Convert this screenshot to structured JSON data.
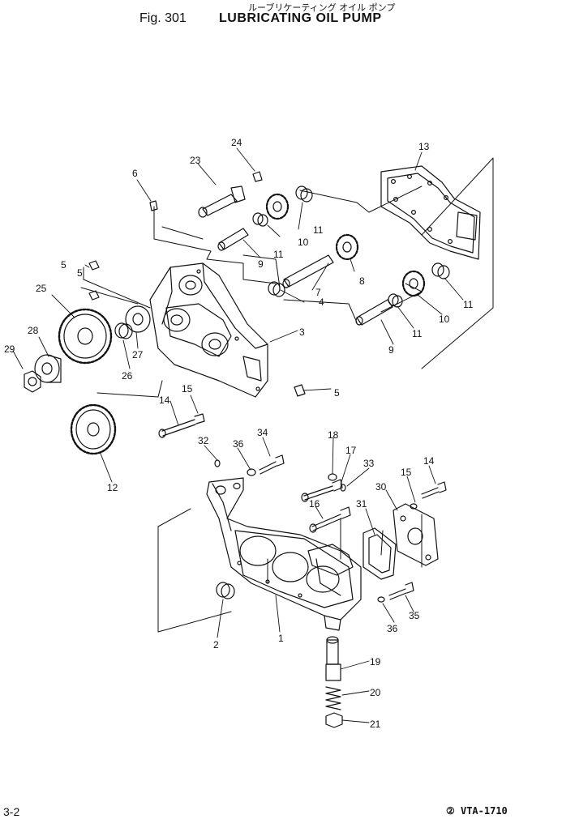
{
  "header": {
    "japanese_title": "ルーブリケーティング オイル ポンプ",
    "fig_label": "Fig. 301",
    "title": "LUBRICATING OIL PUMP"
  },
  "footer": {
    "page_number": "3-2",
    "document_code": "② VTA-1710"
  },
  "callouts": [
    "1",
    "2",
    "3",
    "4",
    "5",
    "5",
    "5",
    "6",
    "7",
    "8",
    "9",
    "9",
    "10",
    "10",
    "10",
    "11",
    "11",
    "11",
    "11",
    "11",
    "12",
    "13",
    "14",
    "14",
    "15",
    "15",
    "16",
    "17",
    "18",
    "19",
    "20",
    "21",
    "23",
    "24",
    "25",
    "26",
    "27",
    "28",
    "29",
    "30",
    "31",
    "32",
    "33",
    "34",
    "35",
    "36",
    "36"
  ]
}
